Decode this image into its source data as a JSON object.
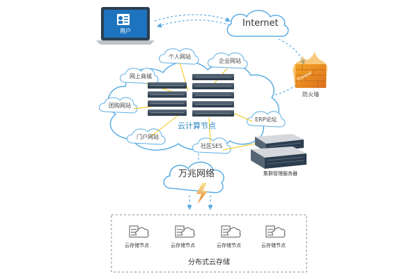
{
  "user": {
    "label": "用户",
    "icon": "user-card-icon"
  },
  "internet": {
    "label": "Internet"
  },
  "firewall": {
    "label": "防火墙",
    "icon_text": "Firewall"
  },
  "cloud_center": {
    "label": "云计算节点"
  },
  "sites": {
    "personal": "个人网站",
    "enterprise": "企业网站",
    "shop": "网上商城",
    "group_buy": "团购网站",
    "forum": "ERP论坛",
    "portal": "门户网站",
    "community": "社区SES"
  },
  "wanzhao": {
    "label": "万兆网络"
  },
  "cluster": {
    "label": "集群管理服务器"
  },
  "storage": {
    "label": "分布式云存储",
    "nodes": [
      "云存储节点",
      "云存储节点",
      "云存储节点",
      "云存储节点"
    ]
  },
  "colors": {
    "accent_blue": "#2e86c1",
    "connector_yellow": "#f1c40f",
    "laptop_screen": "#1e73be",
    "firewall_orange": "#e8732a"
  }
}
